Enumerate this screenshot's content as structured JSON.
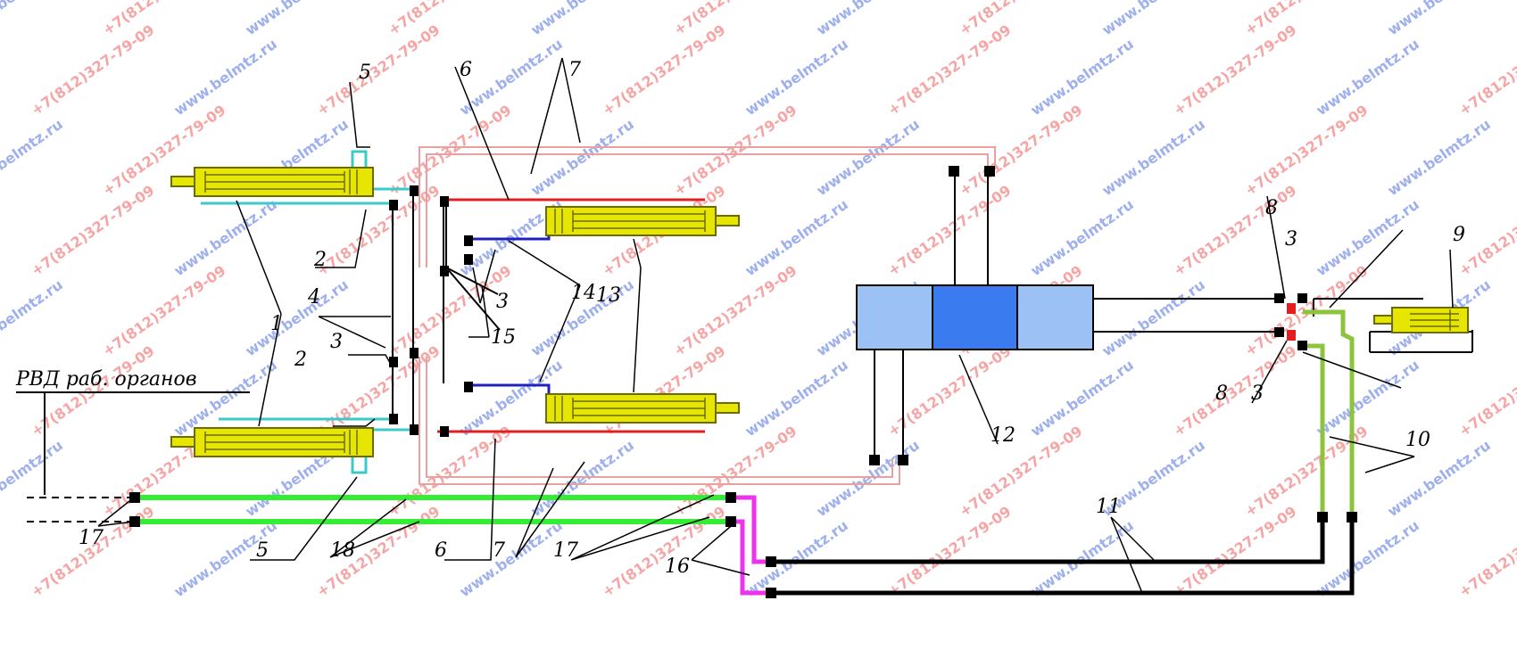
{
  "caption": "РВД раб. органов",
  "watermark": {
    "site": "www.belmtz.ru",
    "phone": "+7(812)327-79-09",
    "site_color": "#4f6fe0",
    "phone_color": "#f05a5a"
  },
  "colors": {
    "cylinder_fill": "#e6e600",
    "cylinder_stroke": "#6b6b00",
    "cyan_hose": "#3ec9c9",
    "red_hose": "#e02020",
    "blue_hose": "#2020c0",
    "pink_outline": "#e8a0a0",
    "green_hose": "#33ee33",
    "olive_hose": "#8cc43c",
    "magenta_hose": "#ee33ee",
    "valve_light": "#9cc2f5",
    "valve_dark": "#3a7bf0",
    "line": "#000000"
  },
  "labels": {
    "l1": "1",
    "l2a": "2",
    "l2b": "2",
    "l3a": "3",
    "l3b": "3",
    "l3c": "3",
    "l3d": "3",
    "l4": "4",
    "l5a": "5",
    "l5b": "5",
    "l6a": "6",
    "l6b": "6",
    "l7a": "7",
    "l7b": "7",
    "l8a": "8",
    "l8b": "8",
    "l9": "9",
    "l10": "10",
    "l11": "11",
    "l12": "12",
    "l13": "13",
    "l14": "14",
    "l15": "15",
    "l16": "16",
    "l17a": "17",
    "l17b": "17",
    "l18": "18"
  }
}
